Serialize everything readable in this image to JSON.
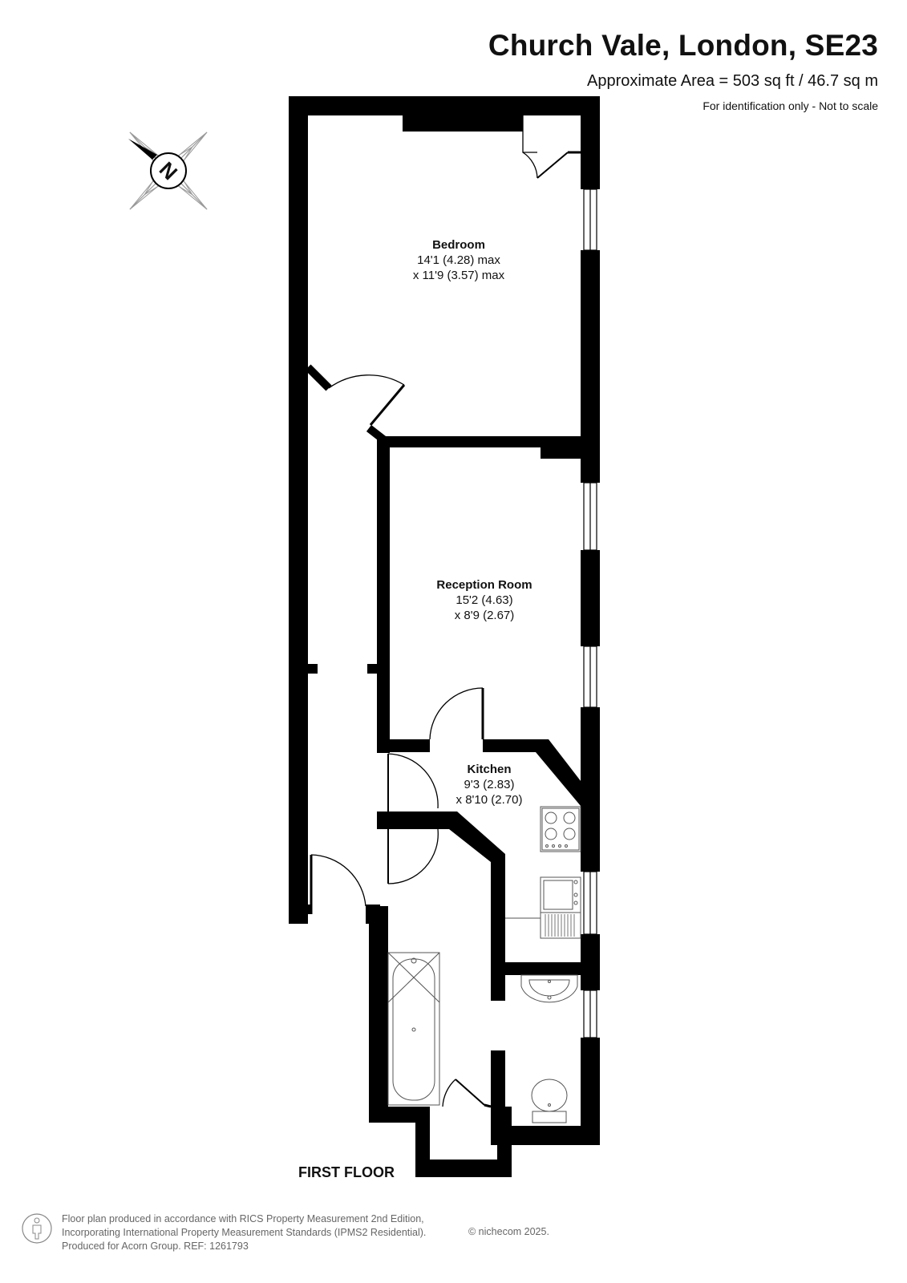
{
  "header": {
    "title": "Church Vale, London, SE23",
    "area": "Approximate Area = 503 sq ft / 46.7 sq m",
    "disclaimer": "For identification only - Not to scale"
  },
  "compass": {
    "letter": "N",
    "icon": "compass-icon"
  },
  "rooms": [
    {
      "name": "Bedroom",
      "dim1": "14'1 (4.28) max",
      "dim2": "x 11'9 (3.57) max"
    },
    {
      "name": "Reception Room",
      "dim1": "15'2 (4.63)",
      "dim2": "x 8'9 (2.67)"
    },
    {
      "name": "Kitchen",
      "dim1": "9'3 (2.83)",
      "dim2": "x 8'10 (2.70)"
    }
  ],
  "floor_label": "FIRST FLOOR",
  "footer": {
    "line1": "Floor plan produced in accordance with RICS Property Measurement 2nd Edition,",
    "line2": "Incorporating International Property Measurement Standards (IPMS2 Residential).",
    "line3": "Produced for Acorn Group.   REF:  1261793",
    "copyright": "© nichecom 2025.",
    "icon": "person-info-icon"
  },
  "colors": {
    "wall": "#000000",
    "fixture": "#555555",
    "footer_text": "#666666"
  }
}
